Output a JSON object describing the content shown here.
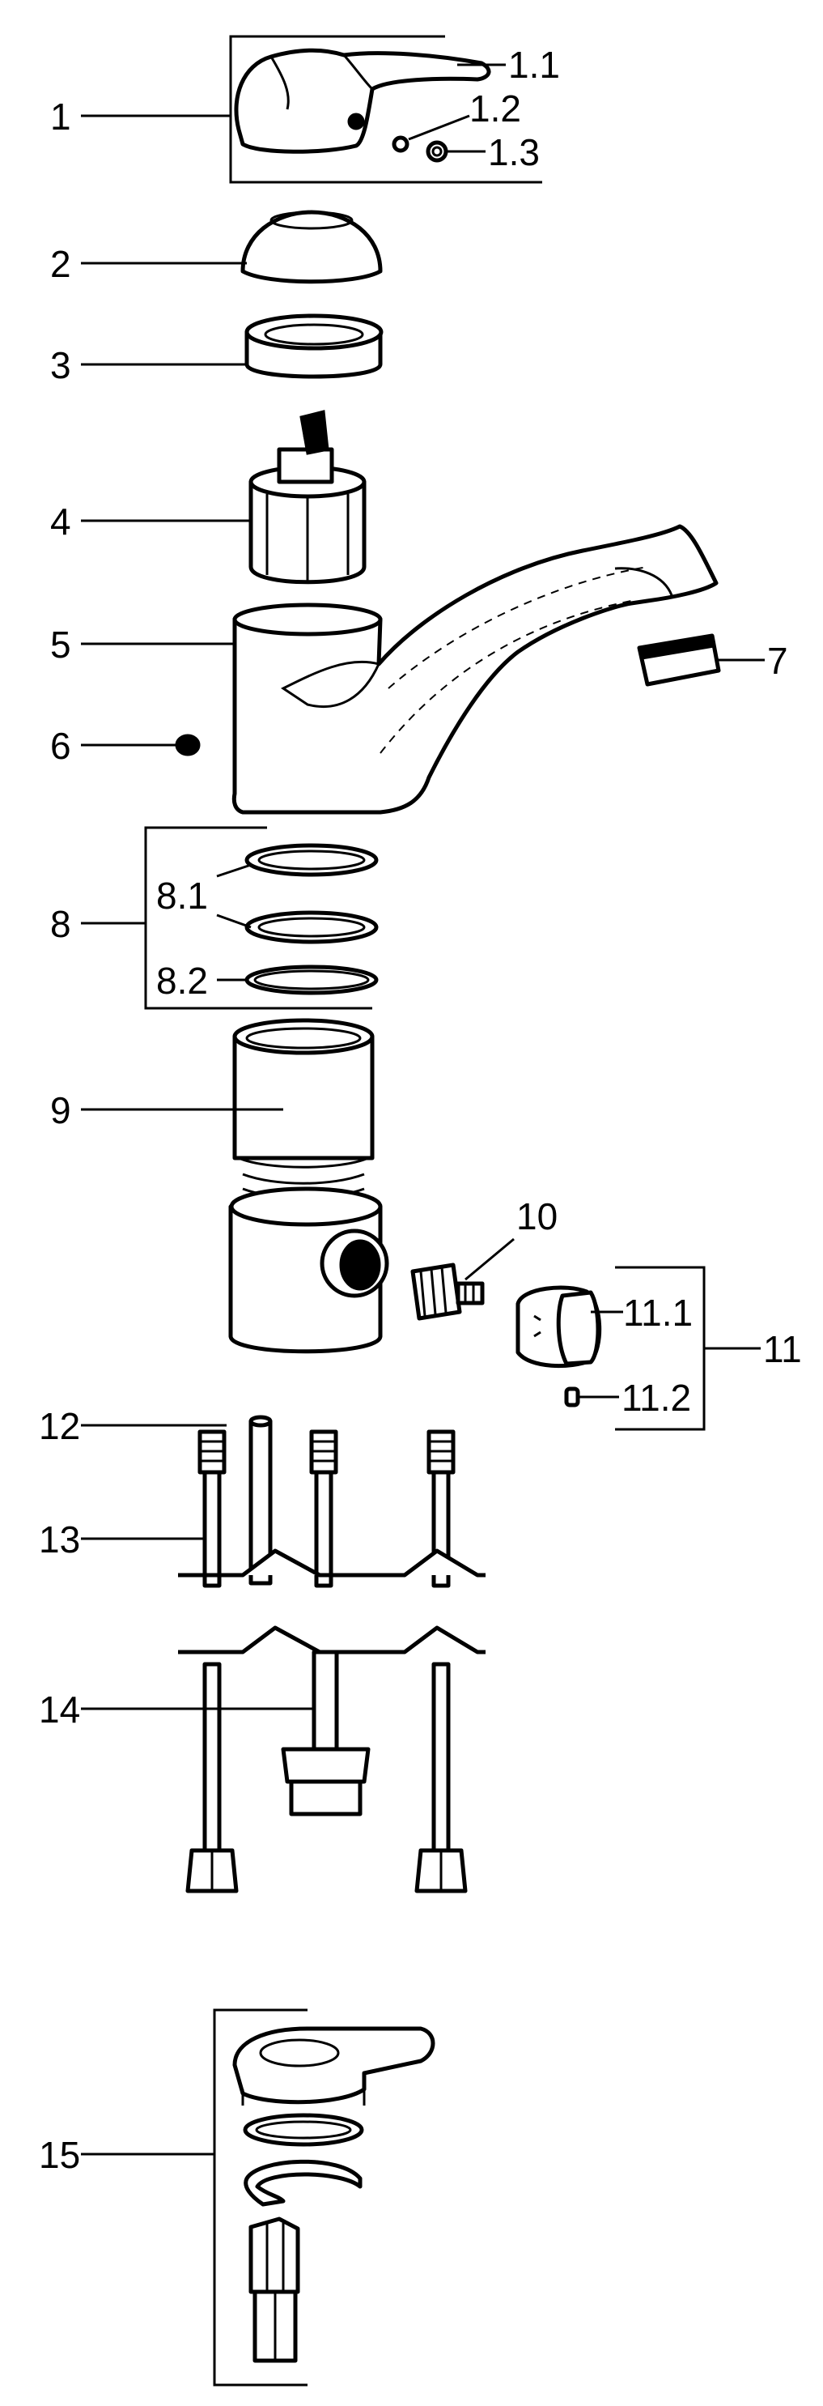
{
  "labels": {
    "l1": "1",
    "l1_1": "1.1",
    "l1_2": "1.2",
    "l1_3": "1.3",
    "l2": "2",
    "l3": "3",
    "l4": "4",
    "l5": "5",
    "l6": "6",
    "l7": "7",
    "l8": "8",
    "l8_1": "8.1",
    "l8_2": "8.2",
    "l9": "9",
    "l10": "10",
    "l11": "11",
    "l11_1": "11.1",
    "l11_2": "11.2",
    "l12": "12",
    "l13": "13",
    "l14": "14",
    "l15": "15"
  }
}
